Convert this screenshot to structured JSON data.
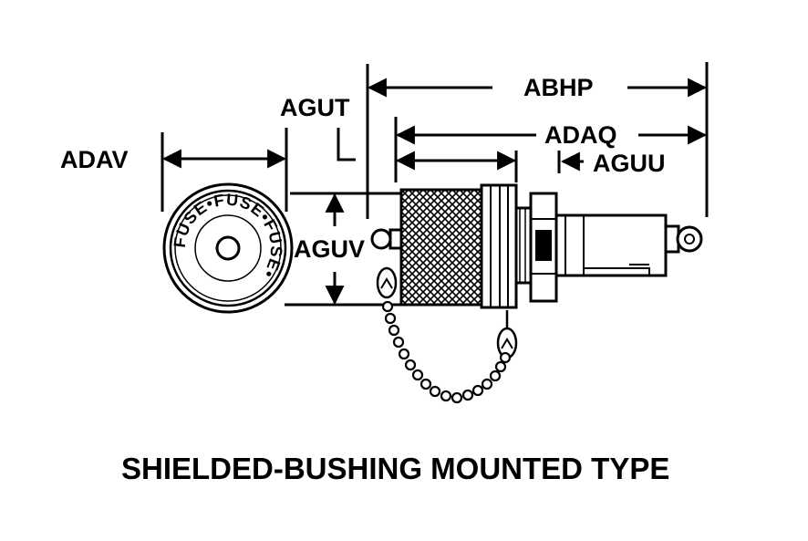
{
  "dimensions": {
    "abhp": "ABHP",
    "agut": "AGUT",
    "adaq": "ADAQ",
    "adav": "ADAV",
    "aguu": "AGUU",
    "aguv": "AGUV"
  },
  "fuse_cap": {
    "marking": "FUSE•FUSE•FUSE•"
  },
  "caption": "SHIELDED-BUSHING MOUNTED TYPE"
}
